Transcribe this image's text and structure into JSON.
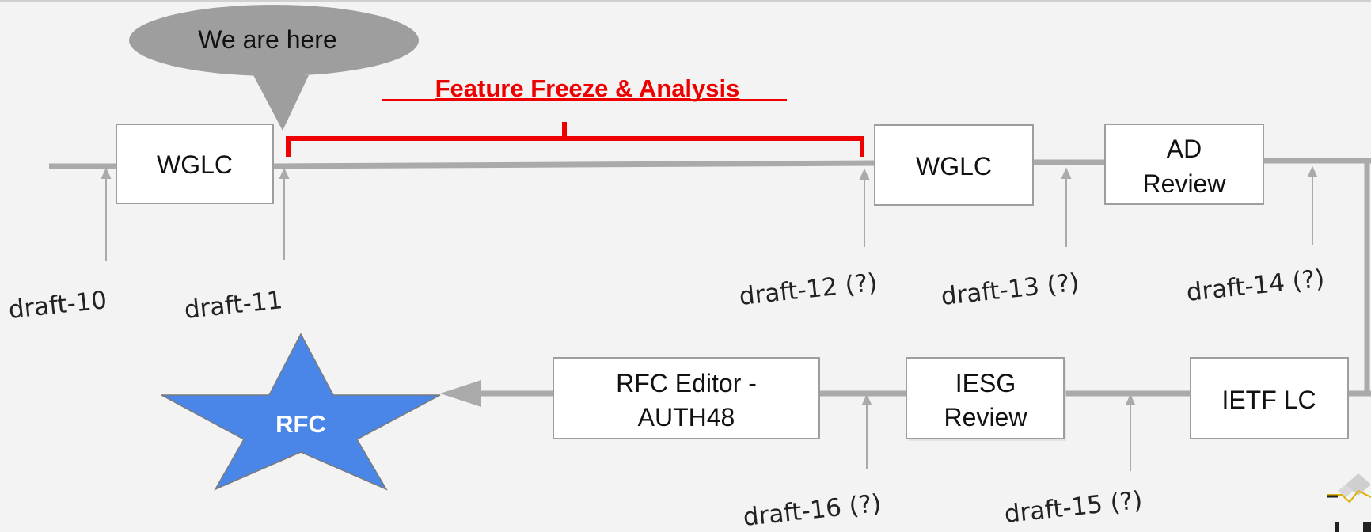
{
  "bubble": {
    "text": "We are here"
  },
  "feature_freeze": {
    "label": "Feature Freeze  & Analysis",
    "color": "#ee0000"
  },
  "top_row": {
    "boxes": [
      {
        "lines": [
          "WGLC"
        ]
      },
      {
        "lines": [
          "WGLC"
        ]
      },
      {
        "lines": [
          "AD",
          "Review"
        ]
      }
    ],
    "drafts": [
      "draft-10",
      "draft-11",
      "draft-12 (?)",
      "draft-13 (?)",
      "draft-14 (?)"
    ]
  },
  "bottom_row": {
    "boxes": [
      {
        "lines": [
          "RFC Editor -",
          "AUTH48"
        ]
      },
      {
        "lines": [
          "IESG",
          "Review"
        ]
      },
      {
        "lines": [
          "IETF LC"
        ]
      }
    ],
    "drafts": [
      "draft-16 (?)",
      "draft-15 (?)"
    ]
  },
  "star": {
    "label": "RFC",
    "color": "#4a86e8"
  },
  "colors": {
    "line": "#aaaaaa",
    "box_border": "#9e9e9e",
    "bubble": "#9e9e9e",
    "background": "#f3f3f3"
  }
}
